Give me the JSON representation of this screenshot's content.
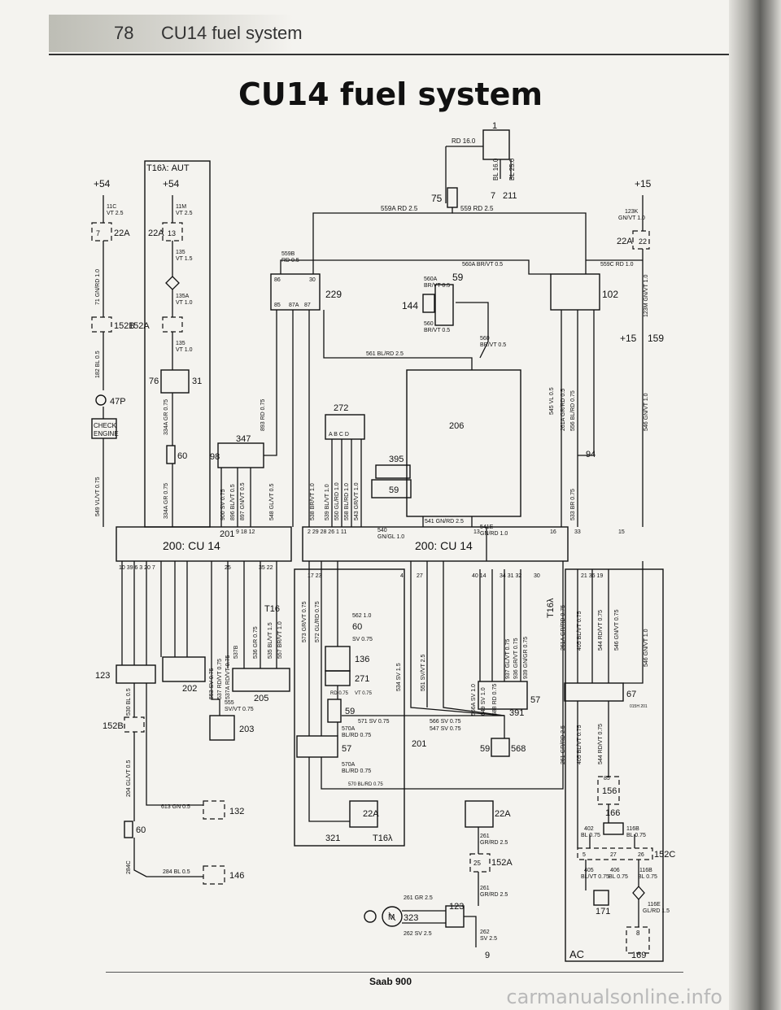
{
  "header": {
    "page_number": "78",
    "section": "CU14 fuel system"
  },
  "title": "CU14 fuel system",
  "footer": {
    "book": "Saab 900"
  },
  "watermark": "carmanualsonline.info",
  "labels": {
    "l_1": "1",
    "l_rd16": "RD 16.0",
    "l_bl16": "BL 16.0",
    "l_bl25": "BL 25.0",
    "l_75": "75",
    "l_7": "7",
    "l_211": "211",
    "l_559a": "559A RD 2.5",
    "l_559": "559 RD 2.5",
    "l_t16": "T16λ: AUT",
    "l_p54a": "+54",
    "l_p54b": "+54",
    "l_p15": "+15",
    "l_11c": "11C",
    "l_vt25a": "VT 2.5",
    "l_11m": "11M",
    "l_vt25b": "VT 2.5",
    "l_123k": "123K",
    "l_gnvt10": "GN/VT 1.0",
    "l_22a_1": "22A",
    "l_22a_2": "22A",
    "l_22a_3": "22A",
    "l_22": "22",
    "l_7a": "7",
    "l_13": "13",
    "l_135": "135",
    "l_vt15": "VT 1.5",
    "l_135a": "135A",
    "l_vt10a": "VT 1.0",
    "l_135b": "135",
    "l_vt10b": "VT 1.0",
    "l_152b": "152B",
    "l_152a": "152A",
    "l_152b2": "152B",
    "l_76": "76",
    "l_31": "31",
    "l_71gnrd": "71 GN/RD 1.0",
    "l_182": "182 BL 0.5",
    "l_47p": "47P",
    "l_check": "CHECK",
    "l_engine": "ENGINE",
    "l_334aa": "334A GR 0.75",
    "l_334ab": "334A GR 0.75",
    "l_60": "60",
    "l_549": "549 VL/VT 0.75",
    "l_559b": "559B",
    "l_rd05": "RD 0.5",
    "l_229": "229",
    "l_86": "86",
    "l_30a": "30",
    "l_85": "85",
    "l_87a": "87A",
    "l_87": "87",
    "l_560a": "560A BR/VT 0.5",
    "l_559c": "559C RD 1.0",
    "l_560a2": "560A",
    "l_brvt05": "BR/VT 0.5",
    "l_59": "59",
    "l_144": "144",
    "l_560": "560",
    "l_brvt05b": "BR/VT 0.5",
    "l_560b": "560",
    "l_brvt05c": "BR/VT 0.5",
    "l_102": "102",
    "l_159": "159",
    "l_p15b": "+15",
    "l_123m": "123M GN/VT 1.0",
    "l_561": "561 BL/RD 2.5",
    "l_272": "272",
    "l_abcd": "A B C D",
    "l_893": "893 RD 0.75",
    "l_347": "347",
    "l_98": "98",
    "l_900": "900 SV 0.75",
    "l_896": "896 BL/VT 0.5",
    "l_897": "897 GN/VT 0.5",
    "l_548": "548 GL/VT 0.5",
    "l_201": "201",
    "l_201b": "201",
    "l_538": "538 BR/VT 1.0",
    "l_539": "539 BL/VT 1.0",
    "l_550": "550 GL/RD 1.0",
    "l_558": "558 BL/RD 1.0",
    "l_543": "543 GR/VT 1.0",
    "l_395": "395",
    "l_59b": "59",
    "l_206": "206",
    "l_94": "94",
    "l_541": "541 GN/RD 2.5",
    "l_540": "540",
    "l_gngl": "GN/GL 1.0",
    "l_541e": "541E",
    "l_gnrd10": "GN/RD 1.0",
    "l_545": "545 VL 0.5",
    "l_261a": "261A GR/RD 0.5",
    "l_556": "556 BL/RD 0.75",
    "l_533": "533 BR 0.75",
    "l_546": "546 GN/VT 1.0",
    "l_cu14a": "200: CU 14",
    "l_cu14b": "200: CU 14",
    "l_pins1": "9  18   12",
    "l_pins2": "2    29 28 26  1     11",
    "l_pins3": "13",
    "l_pins4": "16",
    "l_pins5": "33",
    "l_pins6": "15",
    "l_pins7": "10  39   6  3  20  7",
    "l_pins8": "25",
    "l_pins9": "35  22",
    "l_pins10": "17   23",
    "l_pins11": "4",
    "l_pins12": "27",
    "l_pins13": "40 14",
    "l_pins14": "34  31 32",
    "l_pins15": "30",
    "l_pins16": "21    36  19",
    "l_t16b": "T16",
    "l_t16c": "T16λ",
    "l_123": "123",
    "l_202": "202",
    "l_205": "205",
    "l_553": "553 SV 0.75",
    "l_537": "537 RD/VT 0.75",
    "l_537a": "537A RD/VT 0.75",
    "l_537b": "537B",
    "l_536": "536 GR 0.75",
    "l_535": "535 BL/VT 1.5",
    "l_557": "557 BR/VT 1.0",
    "l_555": "555",
    "l_svvt": "SV/VT 0.75",
    "l_203": "203",
    "l_530": "530 BL 0.5",
    "l_204": "204 GL/VT 0.5",
    "l_613": "613 GN 0.5",
    "l_132": "132",
    "l_60b": "60",
    "l_284c": "284C",
    "l_284": "284 BL 0.5",
    "l_146": "146",
    "l_562": "562 1.0",
    "l_60c": "60",
    "l_sv075": "SV 0.75",
    "l_136": "136",
    "l_271": "271",
    "l_rd075": "RD 0.75",
    "l_vt075": "VT 0.75",
    "l_59c": "59",
    "l_571": "571 SV 0.75",
    "l_570a": "570A",
    "l_blrd075": "BL/RD 0.75",
    "l_57": "57",
    "l_570a2": "570A",
    "l_blrd075b": "BL/RD 0.75",
    "l_570": "570 BL/RD 0.75",
    "l_122a": "22A",
    "l_321": "321",
    "l_t16d": "T16λ",
    "l_573": "573 GR/VT 0.75",
    "l_572": "572 GL/RD 0.75",
    "l_534": "534 SV 1.5",
    "l_551": "551 SV/VT 2.5",
    "l_566": "566 SV 0.75",
    "l_547": "547 SV 0.75",
    "l_566a": "566A SV 1.0",
    "l_649": "649 SV 1.0",
    "l_588": "588 RD 0.75",
    "l_937": "937 GL/VT 0.75",
    "l_936": "936 GR/VT 0.75",
    "l_939": "939 GN/GR 0.75",
    "l_391": "391",
    "l_57b": "57",
    "l_59d": "59",
    "l_568": "568",
    "l_22ab": "22A",
    "l_261": "261",
    "l_grrd25": "GR/RD 2.5",
    "l_152a2": "152A",
    "l_25": "25",
    "l_261b": "261",
    "l_grrd25b": "GR/RD 2.5",
    "l_261gr": "261 GR 2.5",
    "l_262sv": "262 SV 2.5",
    "l_123b": "123",
    "l_323": "323",
    "l_m": "M",
    "l_262": "262",
    "l_sv25": "SV 2.5",
    "l_9": "9",
    "l_261a2": "261A GR/RD 0.75",
    "l_405": "405 BL/VT 0.75",
    "l_544": "544 RD/VT 0.75",
    "l_546b": "546 GN/VT 0.75",
    "l_546c": "546 GN/VT 1.0",
    "l_67": "67",
    "l_015h": "015H 201",
    "l_261c": "261 GR/RD 2.5",
    "l_405b": "405 BL/VT 0.75",
    "l_544b": "544 RD/VT 0.75",
    "l_85b": "85",
    "l_156": "156",
    "l_166": "166",
    "l_402": "402",
    "l_bl075": "BL 0.75",
    "l_116b": "116B",
    "l_bl075b": "BL 0.75",
    "l_5": "5",
    "l_27": "27",
    "l_26": "26",
    "l_152c": "152C",
    "l_405c": "405",
    "l_blvt075": "BL/VT 0.75",
    "l_406": "406",
    "l_bl075c": "BL 0.75",
    "l_116b2": "116B",
    "l_bl075d": "BL 0.75",
    "l_171": "171",
    "l_116e": "116E",
    "l_glrd": "GL/RD 1.5",
    "l_8": "8",
    "l_169": "169",
    "l_ac": "AC"
  }
}
